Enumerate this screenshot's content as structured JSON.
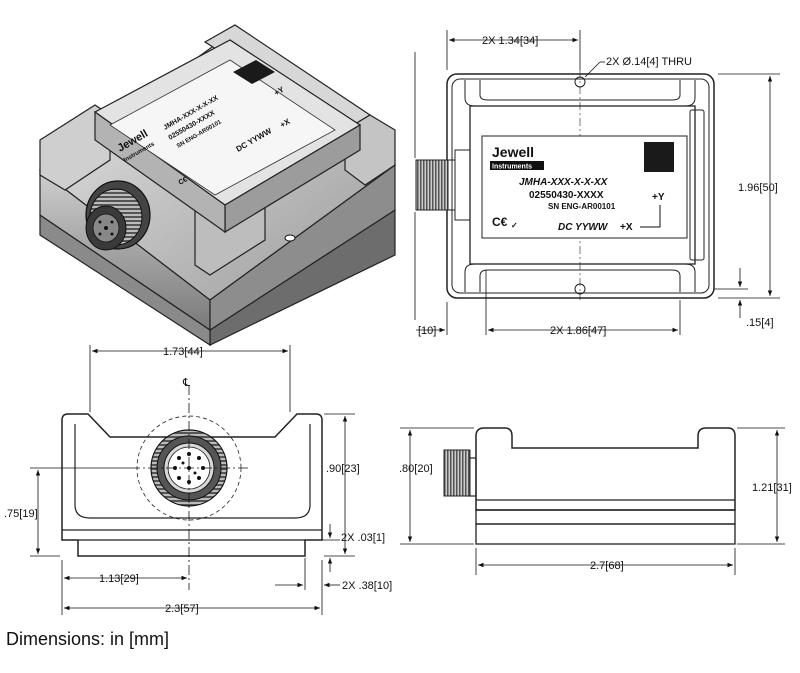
{
  "caption": "Dimensions: in [mm]",
  "label": {
    "brand": "Jewell",
    "brand_sub": "Instruments",
    "model": "JMHA-XXX-X-X-XX",
    "part": "02550430-XXXX",
    "serial": "SN ENG-AR00101",
    "date_code": "DC  YYWW",
    "axis_x": "+X",
    "axis_y": "+Y"
  },
  "top_view": {
    "hole_spacing": "2X 1.34[34]",
    "hole_diameter": "2X Ø.14[4] THRU",
    "height": "1.96[50]",
    "offset_left": "[10]",
    "hole_spacing_x": "2X 1.86[47]",
    "offset_bottom": ".15[4]"
  },
  "front_view": {
    "width_top": "1.73[44]",
    "centerline": "℄",
    "height": ".90[23]",
    "connector_height": ".75[19]",
    "connector_offset": "1.13[29]",
    "foot": "2X .03[1]",
    "foot_width": "2X .38[10]",
    "width": "2.3[57]"
  },
  "side_view": {
    "connector_height": ".80[20]",
    "height": "1.21[31]",
    "length": "2.7[68]"
  }
}
